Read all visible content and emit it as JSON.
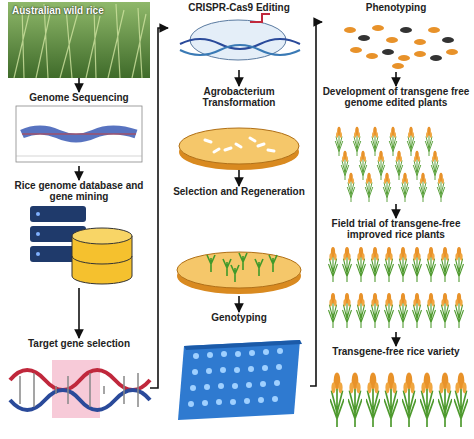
{
  "diagram": {
    "nodes": [
      {
        "text": [
          "Australian wild rice"
        ]
      },
      {
        "text": [
          "Genome Sequencing"
        ]
      },
      {
        "text": [
          "Rice genome database and gene mining"
        ]
      },
      {
        "text": [
          "Target gene selection"
        ]
      },
      {
        "text": [
          "CRISPR-Cas9 Editing"
        ]
      },
      {
        "text": [
          "Agrobacterium Transformation"
        ]
      },
      {
        "text": [
          "Selection and Regeneration"
        ]
      },
      {
        "text": [
          "Genotyping"
        ]
      },
      {
        "text": [
          "Phenotyping"
        ]
      },
      {
        "text": [
          "Development of transgene free genome edited plants"
        ]
      },
      {
        "text": [
          "Field trial of transgene-free improved rice plants"
        ]
      },
      {
        "text": [
          "Transgene-free rice variety"
        ]
      }
    ],
    "edges": [
      {
        "from": 0,
        "to": 1,
        "arrow": "to"
      },
      {
        "from": 1,
        "to": 2,
        "arrow": "to"
      },
      {
        "from": 2,
        "to": 3,
        "arrow": "to"
      },
      {
        "from": 3,
        "to": 4,
        "arrow": "to"
      },
      {
        "from": 4,
        "to": 5,
        "arrow": "to"
      },
      {
        "from": 5,
        "to": 6,
        "arrow": "to"
      },
      {
        "from": 6,
        "to": 7,
        "arrow": "to"
      },
      {
        "from": 7,
        "to": 8,
        "arrow": "to"
      },
      {
        "from": 8,
        "to": 9,
        "arrow": "to"
      },
      {
        "from": 9,
        "to": 10,
        "arrow": "to"
      },
      {
        "from": 10,
        "to": 11,
        "arrow": "to"
      }
    ]
  }
}
